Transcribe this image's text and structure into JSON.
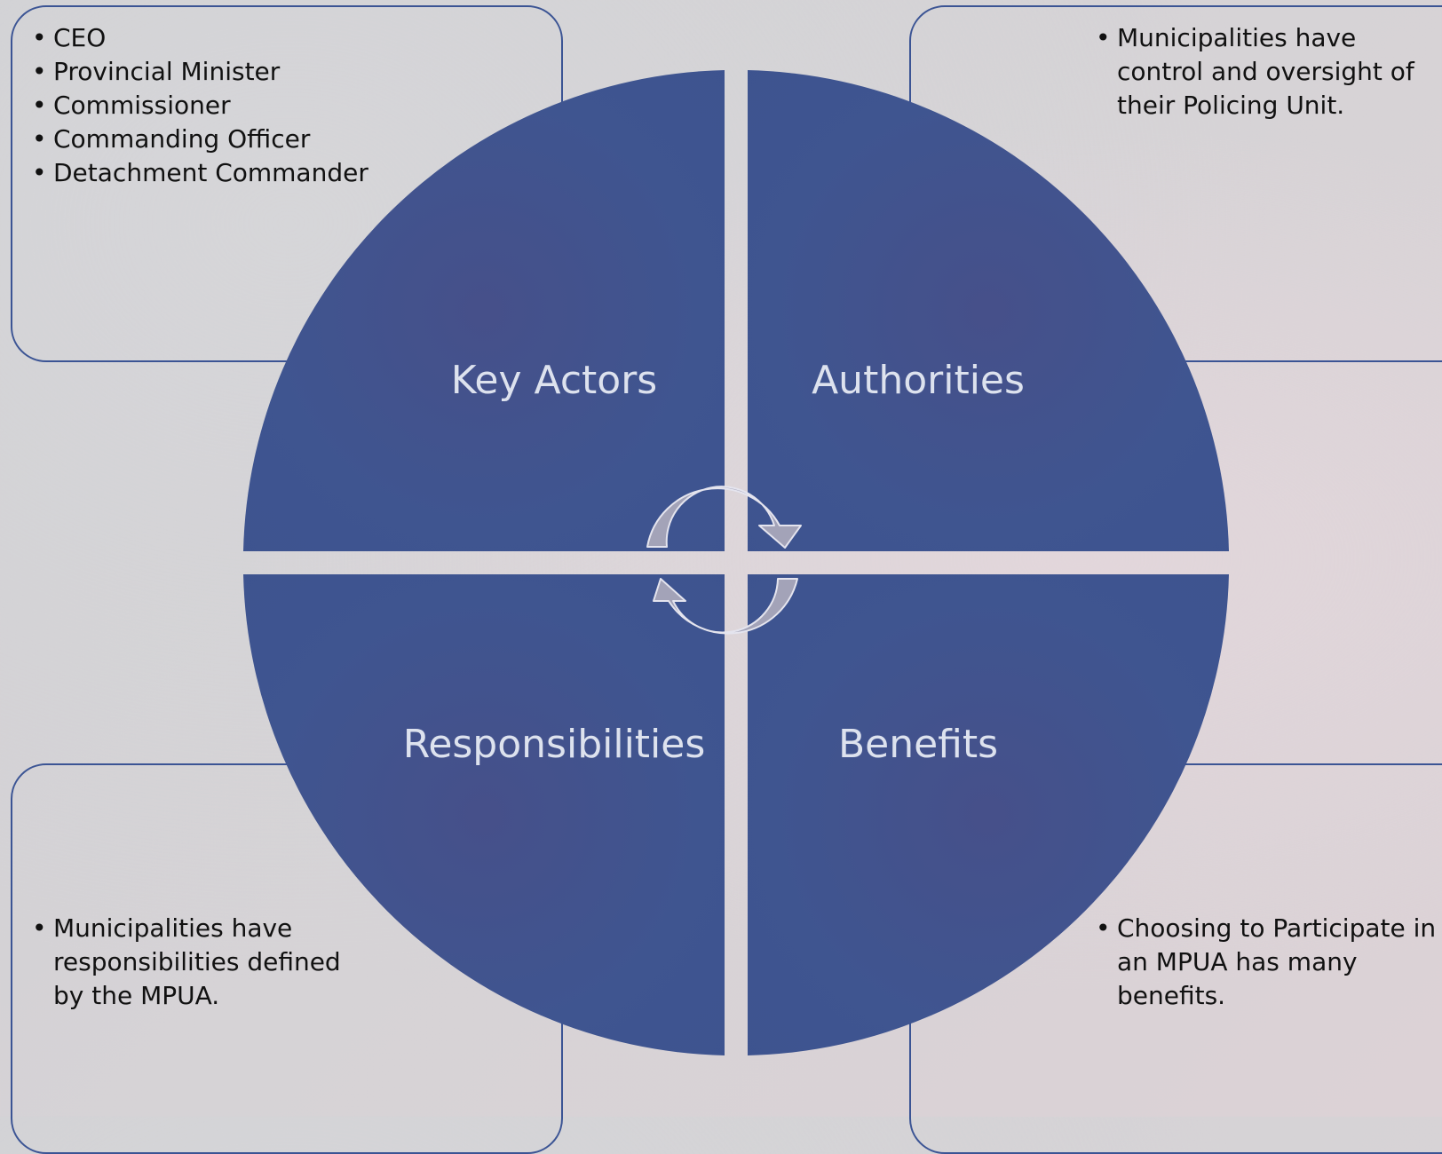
{
  "quadrants": [
    {
      "id": "key-actors",
      "title": "Key Actors",
      "items": [
        "CEO",
        "Provincial Minister",
        "Commissioner",
        "Commanding Officer",
        "Detachment Commander"
      ]
    },
    {
      "id": "authorities",
      "title": "Authorities",
      "items": [
        "Municipalities have control and oversight of their Policing Unit."
      ]
    },
    {
      "id": "responsibilities",
      "title": "Responsibilities",
      "items": [
        "Municipalities have responsibilities defined by the MPUA."
      ]
    },
    {
      "id": "benefits",
      "title": "Benefits",
      "items": [
        "Choosing to Participate in an MPUA has many benefits."
      ]
    }
  ],
  "colors": {
    "quadrant_fill": "#3f5390",
    "box_border": "#3b5494",
    "arrow_fill": "#a3a3b8",
    "label_text": "#dde2ee"
  },
  "icons": {
    "cycle": "circular-arrows-icon"
  }
}
